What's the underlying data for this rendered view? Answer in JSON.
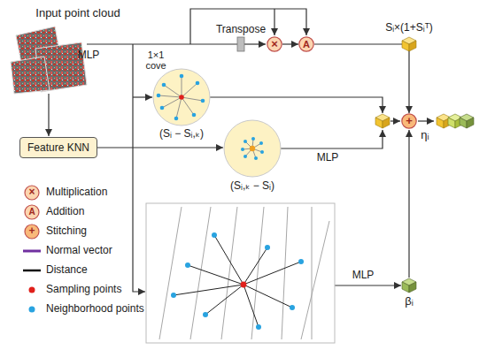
{
  "diagram": {
    "nodes": [
      {
        "text": [
          "Feature KNN"
        ]
      },
      {
        "text": [
          "×"
        ]
      },
      {
        "text": [
          "A"
        ]
      },
      {
        "text": [
          "+"
        ]
      }
    ],
    "edges": [
      {
        "from": 1,
        "to": 2,
        "arrow": "to"
      },
      {
        "from": 2,
        "to": 3,
        "arrow": "to"
      }
    ],
    "labels": [
      "Input point cloud",
      "MLP",
      "1×1 cove",
      "Transpose",
      "Sᵢ×(1+Sᵢᵀ)",
      "(Sᵢ − Sᵢ,ₖ)",
      "(Sᵢ,ₖ − Sᵢ)",
      "MLP",
      "ηᵢ",
      "MLP",
      "βᵢ",
      "×",
      "A",
      "+"
    ],
    "legend": [
      {
        "text": "Multiplication"
      },
      {
        "text": "Addition"
      },
      {
        "text": "Stitching"
      },
      {
        "text": "Normal vector"
      },
      {
        "text": "Distance"
      },
      {
        "text": "Sampling points"
      },
      {
        "text": "Neighborhood points"
      }
    ]
  }
}
